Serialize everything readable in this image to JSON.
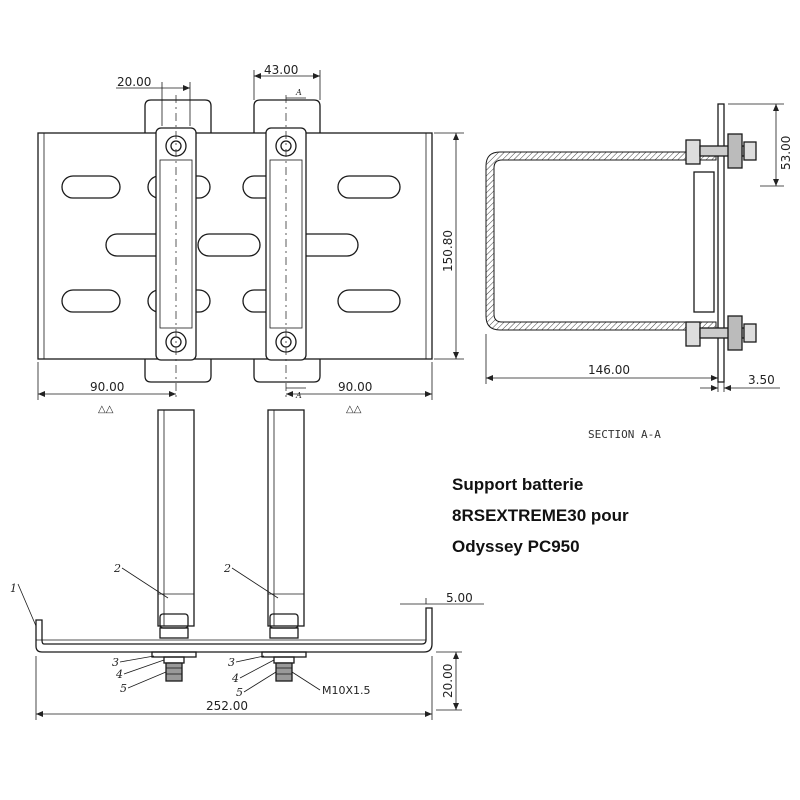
{
  "caption": {
    "line1": "Support batterie",
    "line2": "8RSEXTREME30 pour",
    "line3": "Odyssey PC950"
  },
  "section_label": "SECTION A-A",
  "section_marker": "A",
  "surface_symbol": "△△",
  "dimensions": {
    "slot_width": "20.00",
    "bracket_spacing": "43.00",
    "height_top": "150.80",
    "left_offset": "90.00",
    "right_offset": "90.00",
    "section_height": "53.00",
    "section_depth": "146.00",
    "section_thickness": "3.50",
    "lip_height": "5.00",
    "total_width": "252.00",
    "total_height": "20.00"
  },
  "callouts": {
    "part1": "1",
    "part2": "2",
    "part3": "3",
    "part4": "4",
    "part5": "5",
    "thread": "M10X1.5"
  }
}
